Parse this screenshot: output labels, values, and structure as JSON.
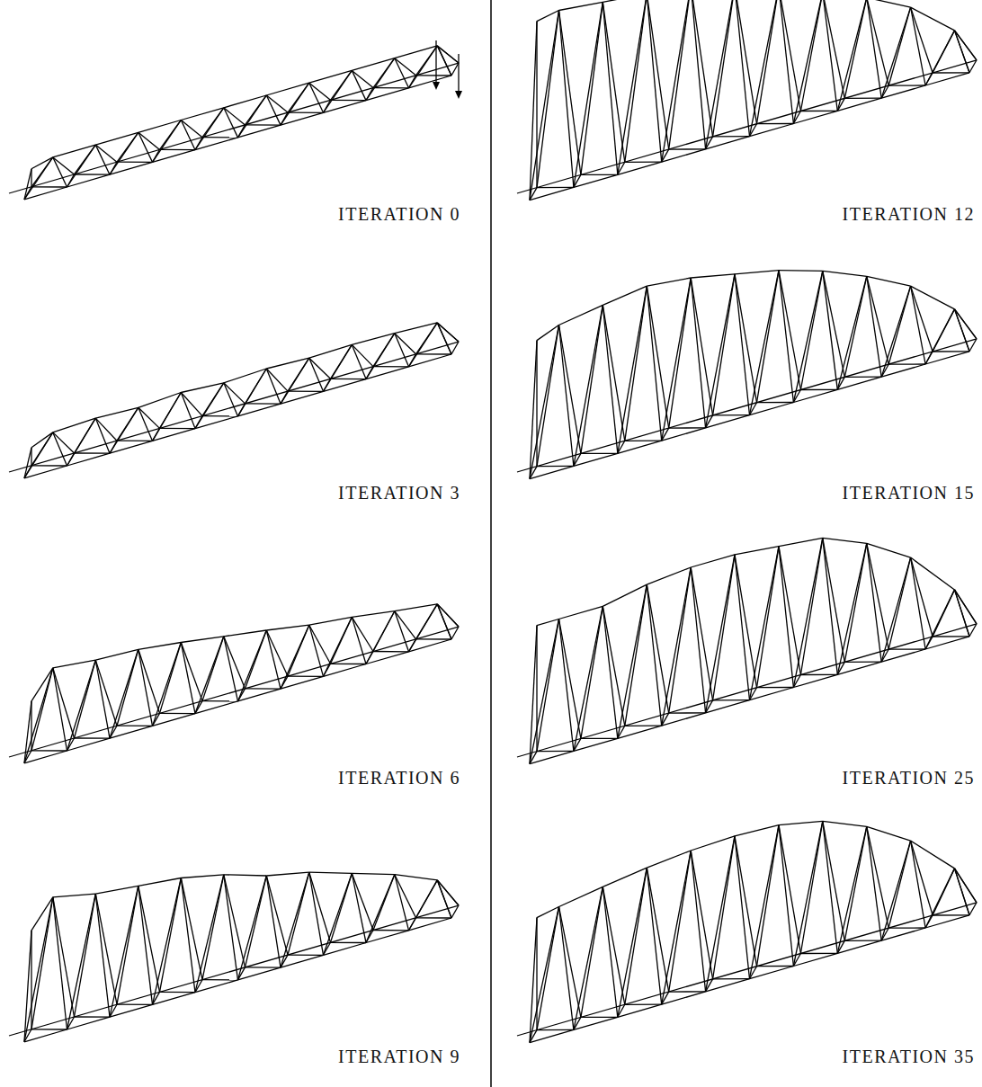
{
  "diagram": {
    "labels": [
      "ITERATION 0",
      "ITERATION 3",
      "ITERATION 6",
      "ITERATION 9",
      "ITERATION 12",
      "ITERATION 15",
      "ITERATION 25",
      "ITERATION 35"
    ]
  }
}
